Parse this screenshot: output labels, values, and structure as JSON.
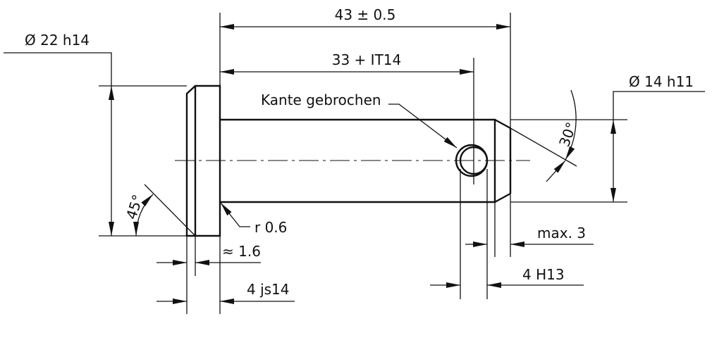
{
  "drawing": {
    "dims": {
      "overall_length": "43 ± 0.5",
      "hole_position": "33 + IT14",
      "head_diameter": "Ø 22 h14",
      "shaft_diameter": "Ø 14 h11",
      "edge_note": "Kante gebrochen",
      "radius": "r 0.6",
      "head_chamfer": "≈ 1.6",
      "head_thickness": "4 js14",
      "end_chamfer": "max. 3",
      "hole_diameter": "4 H13",
      "head_angle": "45°",
      "end_angle": "30°"
    }
  }
}
